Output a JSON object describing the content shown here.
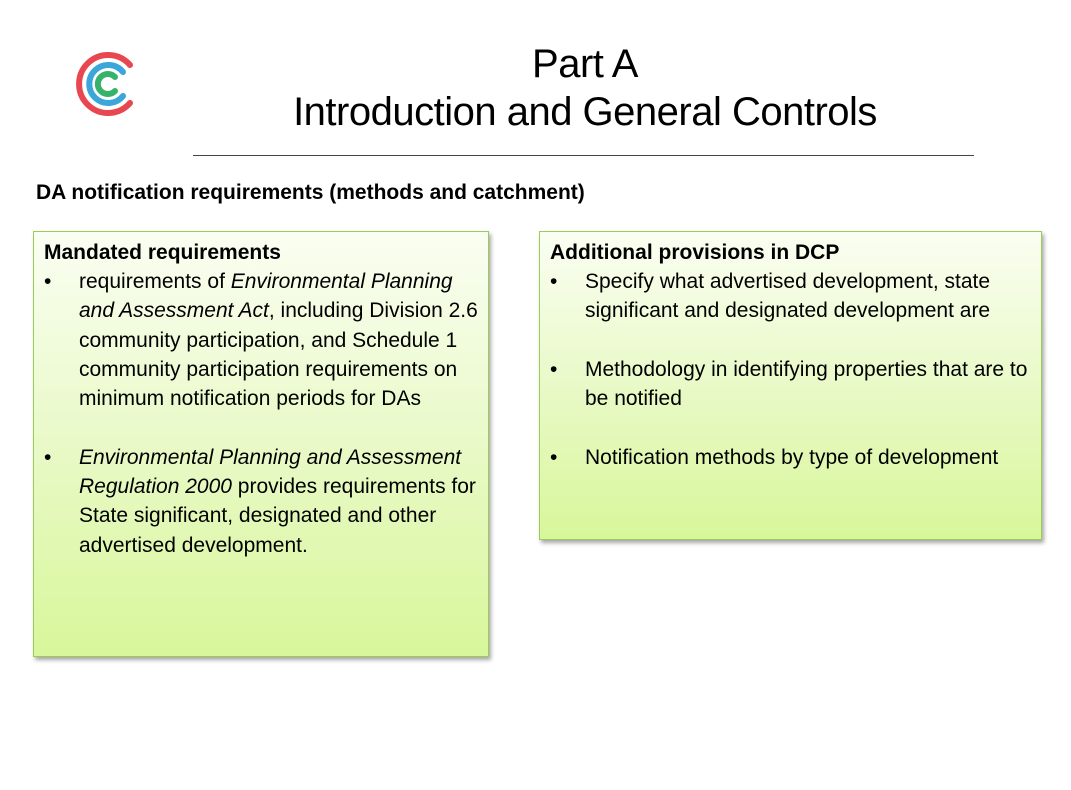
{
  "title": {
    "line1": "Part A",
    "line2": "Introduction and General Controls"
  },
  "logo": {
    "icon": "concentric-c-logo",
    "colors": [
      "#e8474f",
      "#3aa6d9",
      "#35b36b"
    ]
  },
  "section_heading": "DA notification requirements (methods and catchment)",
  "left_box": {
    "heading": "Mandated requirements",
    "bullet_1": {
      "pre": "requirements of ",
      "italic": "Environmental Planning and Assessment Act",
      "post": ", including Division 2.6 community participation, and Schedule 1 community participation requirements on minimum notification periods for DAs"
    },
    "bullet_2": {
      "italic": "Environmental Planning and Assessment Regulation 2000",
      "post": " provides requirements for State significant, designated and other advertised development."
    }
  },
  "right_box": {
    "heading": "Additional provisions in DCP",
    "items": [
      "Specify what advertised development, state significant and designated development are",
      "Methodology in identifying properties that are to be notified",
      "Notification methods by type of development"
    ]
  },
  "bullet_char": "•",
  "colors": {
    "box_border": "#9ccb58",
    "box_fill_top": "#fafef2",
    "box_fill_bottom": "#d8f79a"
  }
}
